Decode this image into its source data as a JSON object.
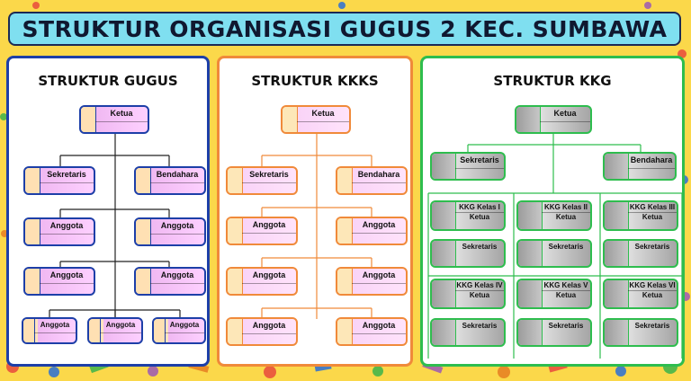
{
  "title": "STRUKTUR ORGANISASI GUGUS 2 KEC. SUMBAWA",
  "colors": {
    "gugus": "#1d3fa8",
    "kkks": "#f08a3a",
    "kkg": "#2ebd4e",
    "background": "#fbd84a",
    "title_bar": "#7fdff0"
  },
  "gugus": {
    "title": "STRUKTUR GUGUS",
    "ketua": "Ketua",
    "sekretaris": "Sekretaris",
    "bendahara": "Bendahara",
    "anggota": [
      "Anggota",
      "Anggota",
      "Anggota",
      "Anggota",
      "Anggota",
      "Anggota",
      "Anggota"
    ]
  },
  "kkks": {
    "title": "STRUKTUR KKKS",
    "ketua": "Ketua",
    "sekretaris": "Sekretaris",
    "bendahara": "Bendahara",
    "anggota": [
      "Anggota",
      "Anggota",
      "Anggota",
      "Anggota",
      "Anggota",
      "Anggota"
    ]
  },
  "kkg": {
    "title": "STRUKTUR KKG",
    "ketua": "Ketua",
    "sekretaris": "Sekretaris",
    "bendahara": "Bendahara",
    "groups": [
      {
        "name": "KKG Kelas I",
        "ketua": "Ketua",
        "sekretaris": "Sekretaris"
      },
      {
        "name": "KKG Kelas II",
        "ketua": "Ketua",
        "sekretaris": "Sekretaris"
      },
      {
        "name": "KKG Kelas III",
        "ketua": "Ketua",
        "sekretaris": "Sekretaris"
      },
      {
        "name": "KKG Kelas IV",
        "ketua": "Ketua",
        "sekretaris": "Sekretaris"
      },
      {
        "name": "KKG Kelas V",
        "ketua": "Ketua",
        "sekretaris": "Sekretaris"
      },
      {
        "name": "KKG Kelas VI",
        "ketua": "Ketua",
        "sekretaris": "Sekretaris"
      }
    ]
  }
}
